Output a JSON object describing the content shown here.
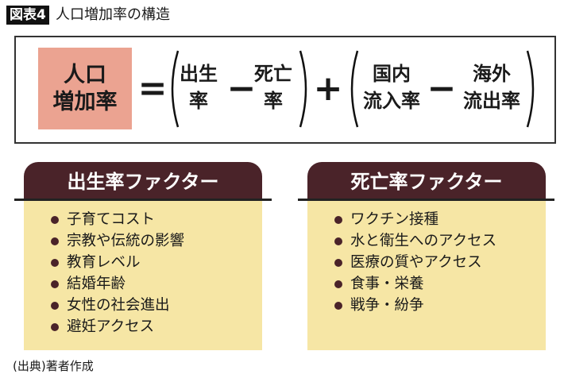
{
  "header": {
    "badge": "図表4",
    "title": "人口増加率の構造"
  },
  "equation": {
    "lhs": [
      "人口",
      "増加率"
    ],
    "equals": "=",
    "birth_rate": [
      "出生",
      "率"
    ],
    "minus1": "−",
    "death_rate": [
      "死亡",
      "率"
    ],
    "plus": "+",
    "domestic_inflow": [
      "国内",
      "流入率"
    ],
    "minus2": "−",
    "overseas_outflow": [
      "海外",
      "流出率"
    ]
  },
  "panels": [
    {
      "title": "出生率ファクター",
      "items": [
        "子育てコスト",
        "宗教や伝統の影響",
        "教育レベル",
        "結婚年齢",
        "女性の社会進出",
        "避妊アクセス"
      ]
    },
    {
      "title": "死亡率ファクター",
      "items": [
        "ワクチン接種",
        "水と衛生へのアクセス",
        "医療の質やアクセス",
        "食事・栄養",
        "戦争・紛争"
      ]
    }
  ],
  "source": "(出典)著者作成",
  "colors": {
    "pink": "#eba391",
    "header": "#4a2329",
    "panel": "#f6e6a5"
  }
}
